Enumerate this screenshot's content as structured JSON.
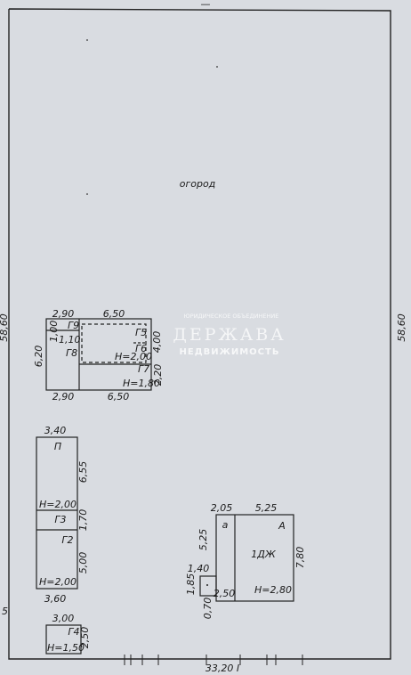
{
  "plot": {
    "top_width": "—",
    "left_side": "58,60",
    "right_side": "58,60",
    "bottom_label": "33,20 I",
    "garden_label": "огород",
    "left_edge_mark": "5"
  },
  "watermark": {
    "small": "ЮРИДИЧЕСКОЕ ОБЪЕДИНЕНИЕ",
    "big": "ДЕРЖАВА",
    "sub": "НЕДВИЖИМОСТЬ"
  },
  "block_g5_g9": {
    "top_left": "2,90",
    "top_right": "6,50",
    "left": "6,20",
    "g9": "Г9",
    "h100": "1,00",
    "h110": "1,10",
    "g8": "Г8",
    "g5": "Г5",
    "g6": "Г6",
    "right": "4,00",
    "h_inner": "Н=2,00",
    "g7": "Г7",
    "h_g7": "Н=1,80",
    "right_lower": "2,20",
    "bottom_left": "2,90",
    "bottom_right": "6,50"
  },
  "block_p_g2_g3": {
    "top": "3,40",
    "p": "П",
    "p_len": "6,55",
    "h_p": "Н=2,00",
    "g3": "Г3",
    "g3_len": "1,70",
    "g2": "Г2",
    "g2_len": "5,00",
    "h_g2": "Н=2,00",
    "bottom": "3,60"
  },
  "block_g4": {
    "top": "3,00",
    "g4": "Г4",
    "right": "2,50",
    "h": "Н=1,50"
  },
  "house": {
    "top_a": "2,05",
    "top_main": "5,25",
    "a": "а",
    "A": "А",
    "left_a": "5,25",
    "name": "1ДЖ",
    "right": "7,80",
    "small_top": "1,40",
    "left_small": "1,85",
    "left_bottom": "0,70",
    "bottom_a": "2,50",
    "h": "Н=2,80"
  }
}
